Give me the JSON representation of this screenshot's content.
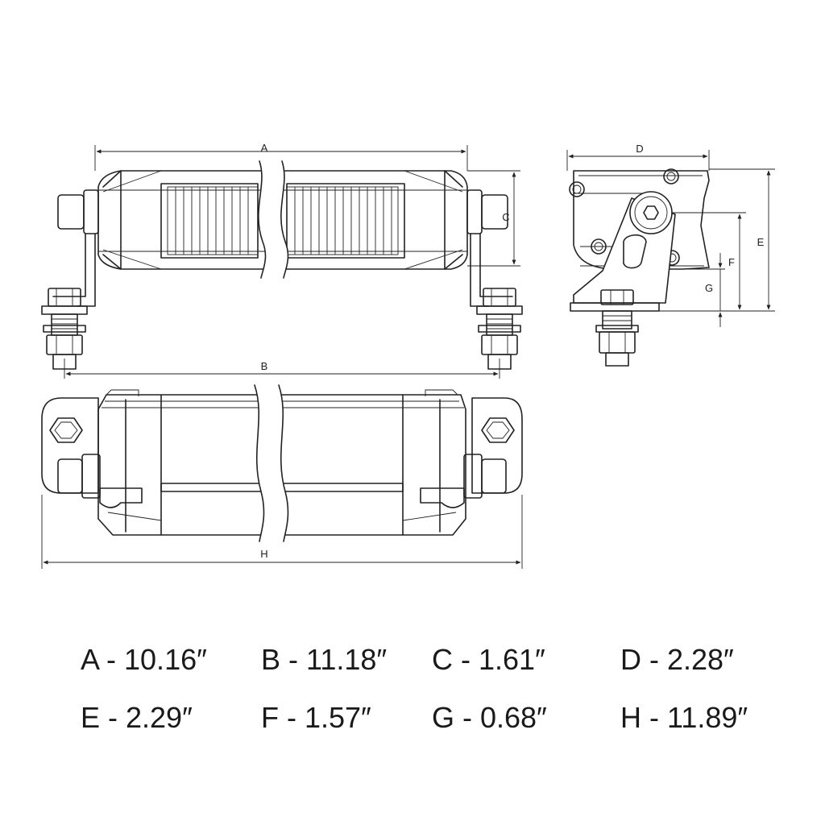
{
  "diagram": {
    "dimension_letters": {
      "a": "A",
      "b": "B",
      "c": "C",
      "d": "D",
      "e": "E",
      "f": "F",
      "g": "G",
      "h": "H"
    }
  },
  "legend": {
    "a": "A - 10.16″",
    "b": "B - 11.18″",
    "c": "C - 1.61″",
    "d": "D - 2.28″",
    "e": "E - 2.29″",
    "f": "F - 1.57″",
    "g": "G - 0.68″",
    "h": "H - 11.89″"
  }
}
